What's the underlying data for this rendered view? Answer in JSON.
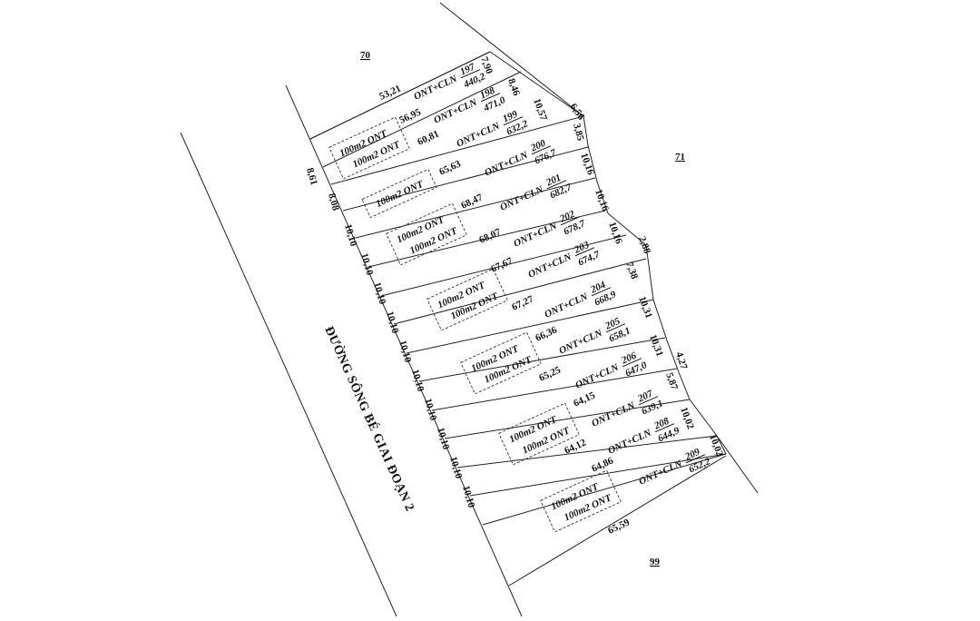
{
  "road_name": "ĐƯỜNG SÔNG BÉ GIAI ĐOẠN 2",
  "neighbors": [
    "70",
    "71",
    "99"
  ],
  "zone_label": "100m2 ONT",
  "parcels": [
    {
      "code": "ONT+CLN",
      "no": "197",
      "area": "440,2",
      "length": "53,21",
      "street": "8,61",
      "back": "7,90"
    },
    {
      "code": "ONT+CLN",
      "no": "198",
      "area": "471,0",
      "length": "56,95",
      "street": "",
      "back": "8,46"
    },
    {
      "code": "ONT+CLN",
      "no": "199",
      "area": "632,2",
      "length": "60,81",
      "street": "8,08",
      "back": "10,57"
    },
    {
      "code": "ONT+CLN",
      "no": "200",
      "area": "676,7",
      "length": "65,63",
      "street": "10,10",
      "back": "10,16"
    },
    {
      "code": "ONT+CLN",
      "no": "201",
      "area": "682,7",
      "length": "68,47",
      "street": "10,10",
      "back": "10,16"
    },
    {
      "code": "ONT+CLN",
      "no": "202",
      "area": "678,7",
      "length": "68,07",
      "street": "10,10",
      "back": "10,16"
    },
    {
      "code": "ONT+CLN",
      "no": "203",
      "area": "674,7",
      "length": "67,67",
      "street": "10,10",
      "back": "7,38"
    },
    {
      "code": "ONT+CLN",
      "no": "204",
      "area": "668,9",
      "length": "67,27",
      "street": "10,10",
      "back": "10,31"
    },
    {
      "code": "ONT+CLN",
      "no": "205",
      "area": "658,1",
      "length": "66,36",
      "street": "10,10",
      "back": "10,31"
    },
    {
      "code": "ONT+CLN",
      "no": "206",
      "area": "647,0",
      "length": "65,25",
      "street": "10,10",
      "back": "5,87"
    },
    {
      "code": "ONT+CLN",
      "no": "207",
      "area": "639,1",
      "length": "64,15",
      "street": "10,10",
      "back": "10,02"
    },
    {
      "code": "ONT+CLN",
      "no": "208",
      "area": "644,9",
      "length": "64,12",
      "street": "10,10",
      "back": "10,02"
    },
    {
      "code": "ONT+CLN",
      "no": "209",
      "area": "652,2",
      "length": "64,86",
      "street": "10,10",
      "back": ""
    }
  ],
  "extra_dims": [
    "6,56",
    "3,85",
    "2,88",
    "4,27",
    "65,59"
  ]
}
